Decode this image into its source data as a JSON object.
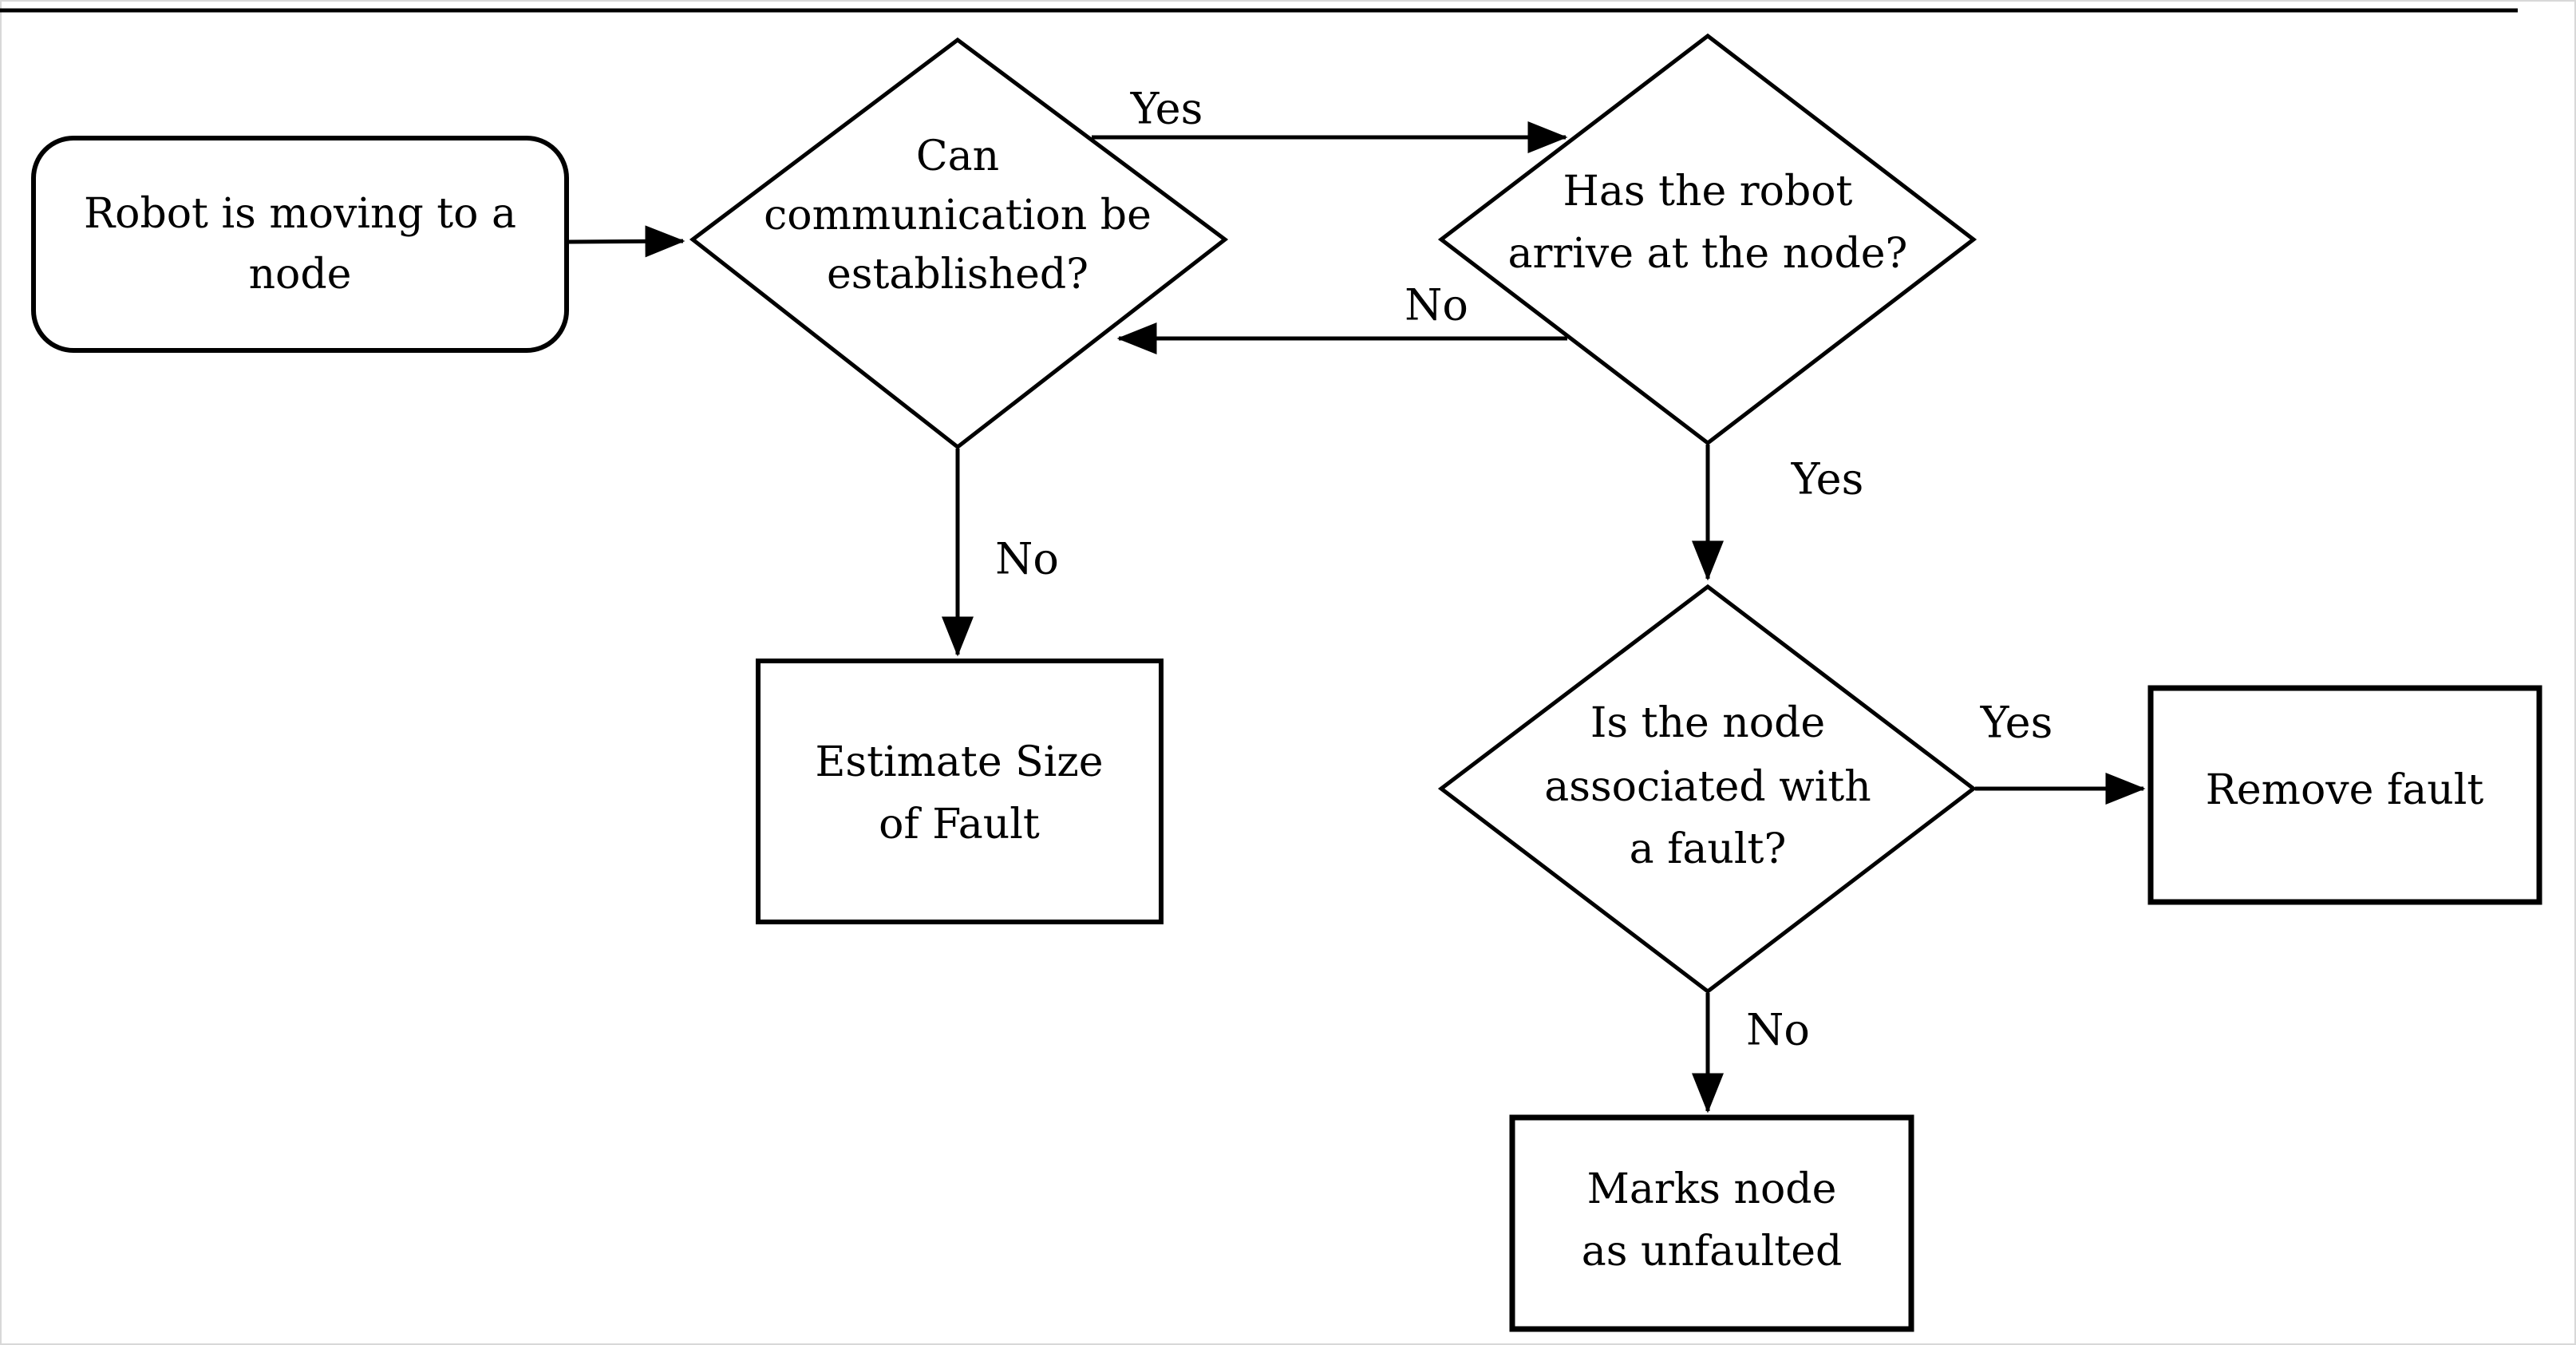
{
  "colors": {
    "stroke": "#000000",
    "fill": "#ffffff",
    "frame_edge": "#d8d8d8"
  },
  "diagram": {
    "nodes": [
      {
        "id": "start",
        "type": "rounded-start",
        "lines": [
          "Robot is moving to a",
          "node"
        ]
      },
      {
        "id": "comm",
        "type": "decision",
        "lines": [
          "Can",
          "communication be",
          "established?"
        ]
      },
      {
        "id": "arrived",
        "type": "decision",
        "lines": [
          "Has the robot",
          "arrive at the node?"
        ]
      },
      {
        "id": "estimate",
        "type": "process",
        "lines": [
          "Estimate Size",
          "of Fault"
        ]
      },
      {
        "id": "fault",
        "type": "decision",
        "lines": [
          "Is the node",
          "associated with",
          "a fault?"
        ]
      },
      {
        "id": "remove",
        "type": "process",
        "lines": [
          "Remove fault"
        ]
      },
      {
        "id": "unfaulted",
        "type": "process",
        "lines": [
          "Marks node",
          "as unfaulted"
        ]
      }
    ],
    "edges": [
      {
        "from": "start",
        "to": "comm",
        "label": ""
      },
      {
        "from": "comm",
        "to": "arrived",
        "label": "Yes"
      },
      {
        "from": "arrived",
        "to": "comm",
        "label": "No"
      },
      {
        "from": "comm",
        "to": "estimate",
        "label": "No"
      },
      {
        "from": "arrived",
        "to": "fault",
        "label": "Yes"
      },
      {
        "from": "fault",
        "to": "remove",
        "label": "Yes"
      },
      {
        "from": "fault",
        "to": "unfaulted",
        "label": "No"
      }
    ]
  }
}
